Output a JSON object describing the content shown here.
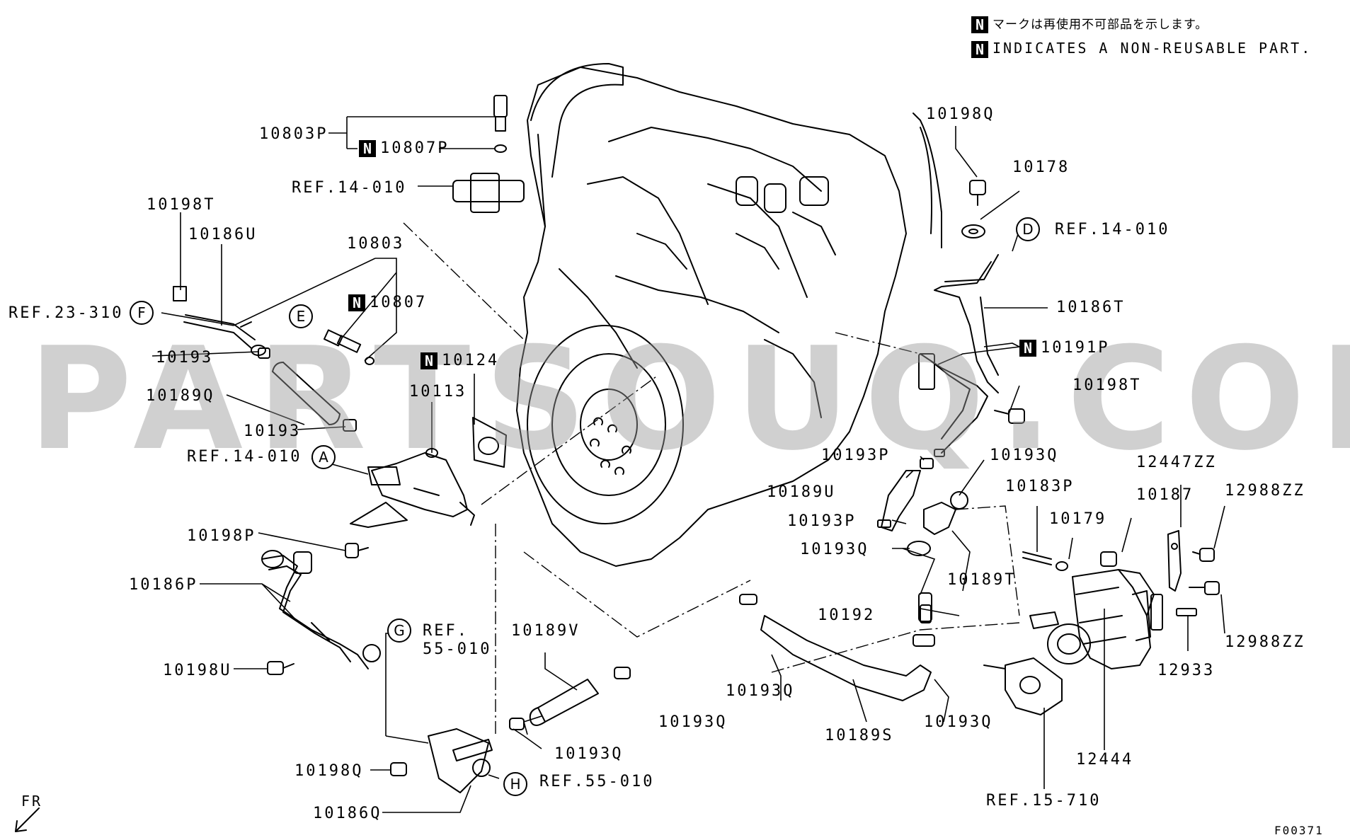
{
  "legend": {
    "badge": "N",
    "jp": "マークは再使用不可部品を示します。",
    "en": "INDICATES A NON-REUSABLE PART."
  },
  "watermark": "PARTSOUQ.COM",
  "figure_code": "F00371",
  "front_label": "FR",
  "callouts": {
    "A": "A",
    "D": "D",
    "E": "E",
    "F": "F",
    "G": "G",
    "H": "H"
  },
  "labels": {
    "p10803P": "10803P",
    "p10807P": "10807P",
    "ref_14_010_top": "REF.14-010",
    "p10198T_left": "10198T",
    "p10186U": "10186U",
    "p10803": "10803",
    "p10807": "10807",
    "ref_23_310": "REF.23-310",
    "p10193_a": "10193",
    "p10189Q": "10189Q",
    "p10193_b": "10193",
    "ref_14_010_a": "REF.14-010",
    "p10124": "10124",
    "p10113": "10113",
    "p10198P": "10198P",
    "p10186P": "10186P",
    "ref_55_010_g_1": "REF.",
    "ref_55_010_g_2": "55-010",
    "p10198U": "10198U",
    "p10189V": "10189V",
    "p10193Q_a": "10193Q",
    "p10193Q_b": "10193Q",
    "p10198Q_left": "10198Q",
    "ref_55_010_h": "REF.55-010",
    "p10186Q": "10186Q",
    "p10198Q_top": "10198Q",
    "p10178": "10178",
    "ref_14_010_d": "REF.14-010",
    "p10186T": "10186T",
    "p10191P": "10191P",
    "p10198T_right": "10198T",
    "p10193P_a": "10193P",
    "p10193Q_c": "10193Q",
    "p10189U": "10189U",
    "p10193P_b": "10193P",
    "p10193Q_d": "10193Q",
    "p10189T": "10189T",
    "p10192": "10192",
    "p10193Q_e": "10193Q",
    "p10189S": "10189S",
    "p10193Q_f": "10193Q",
    "p10183P": "10183P",
    "p10179": "10179",
    "p10187": "10187",
    "p12447ZZ": "12447ZZ",
    "p12988ZZ_a": "12988ZZ",
    "p12988ZZ_b": "12988ZZ",
    "p12933": "12933",
    "p12444": "12444",
    "ref_15_710": "REF.15-710"
  }
}
